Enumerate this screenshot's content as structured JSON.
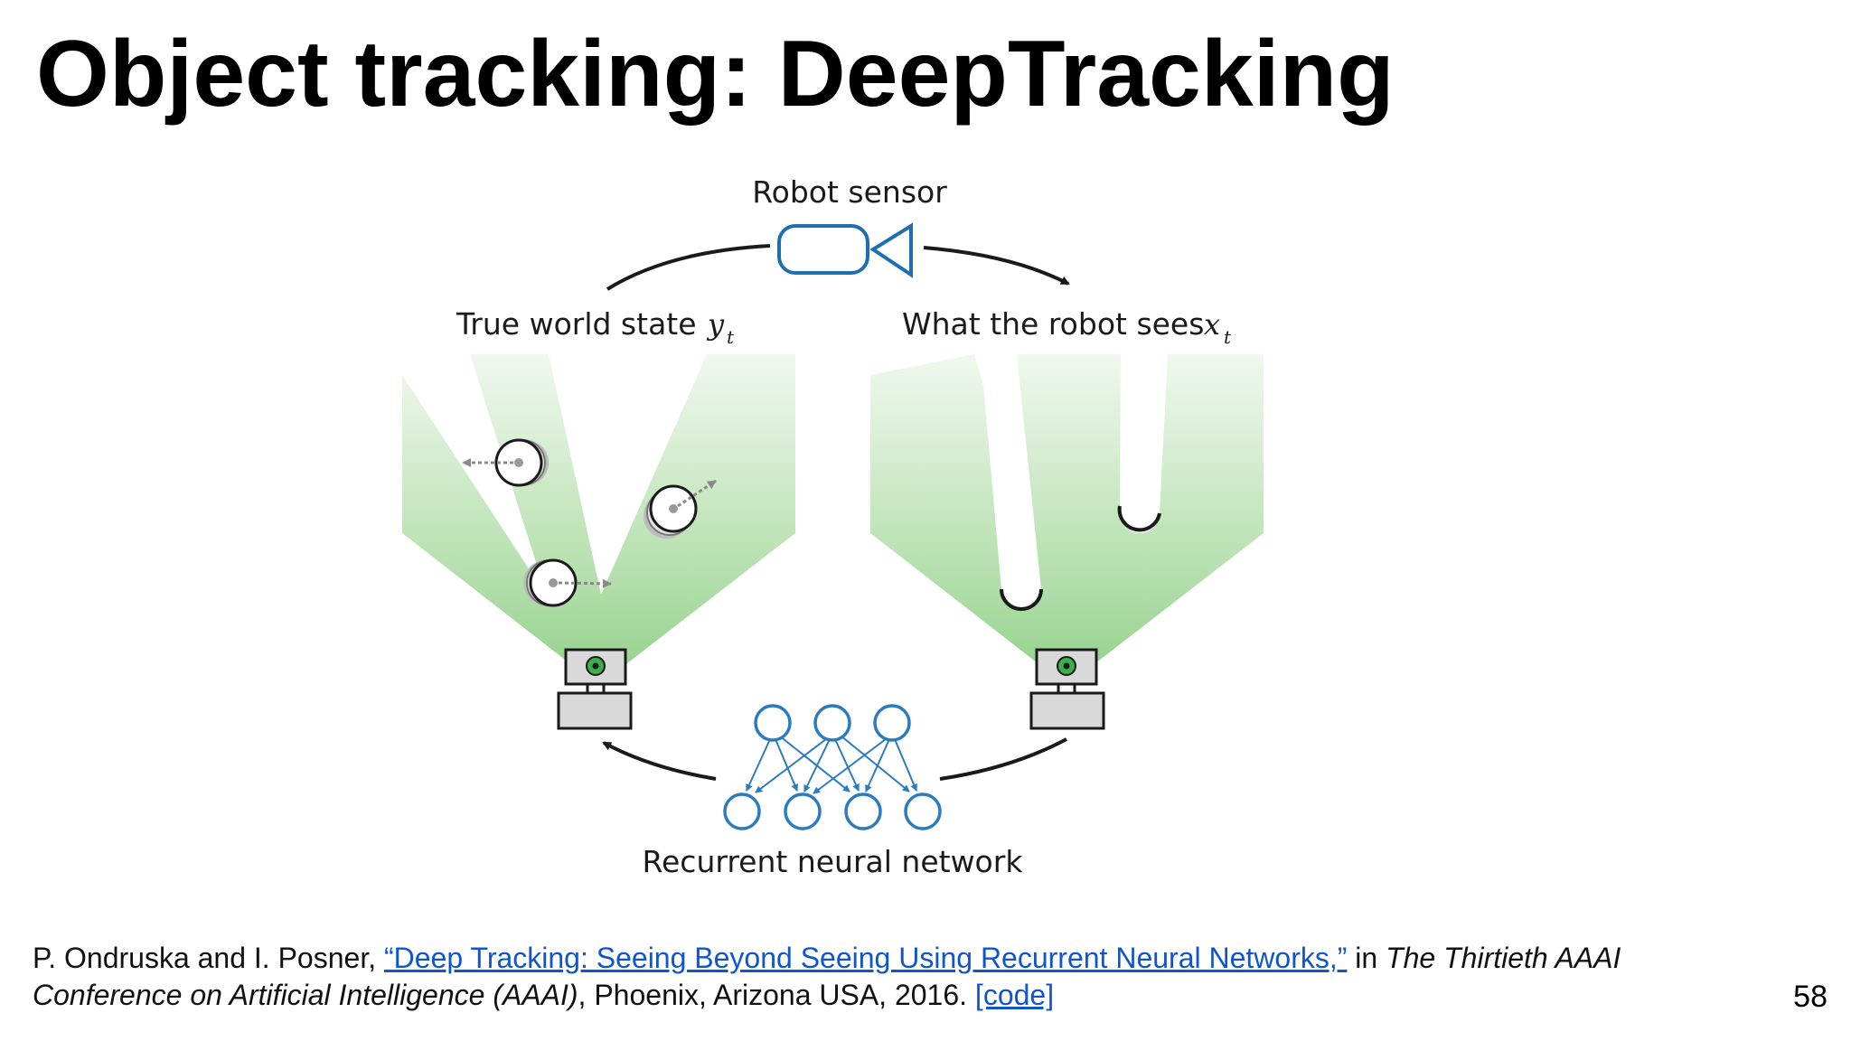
{
  "slide": {
    "title": "Object tracking: DeepTracking",
    "page_number": "58"
  },
  "diagram": {
    "top_label": "Robot sensor",
    "left_label": "True world state",
    "left_var": "y",
    "left_sub": "t",
    "right_label": "What the robot sees",
    "right_var": "x",
    "right_sub": "t",
    "bottom_label": "Recurrent neural network",
    "colors": {
      "field_green": "#a8d9a0",
      "sensor_blue": "#1f6fb0",
      "network_blue": "#2a7bbf",
      "arrow": "#1a1a1a",
      "robot_gray": "#d9d9d9",
      "lens_green": "#3cae4a"
    }
  },
  "citation": {
    "authors": "P. Ondruska and I. Posner, ",
    "paper_title": "“Deep Tracking: Seeing Beyond Seeing Using Recurrent Neural Networks,”",
    "in_text": " in ",
    "venue": "The Thirtieth AAAI Conference on Artificial Intelligence (AAAI)",
    "location": ", Phoenix, Arizona USA, 2016. ",
    "code_link": "[code]"
  }
}
